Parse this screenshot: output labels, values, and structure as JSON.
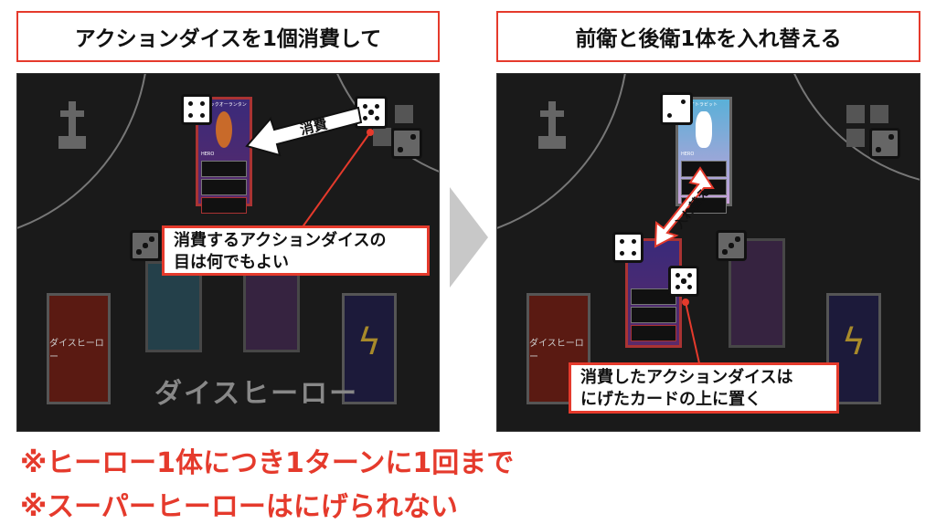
{
  "left": {
    "title": "アクションダイスを1個消費して",
    "arrow_label": "消費",
    "callout_line1": "消費するアクションダイスの",
    "callout_line2": "目は何でもよい",
    "deck_label": "ダイスヒーロー",
    "logo": "ダイスヒーロー",
    "card_name": "ジャックオーランタン",
    "card_type": "HERO"
  },
  "right": {
    "title": "前衛と後衛1体を入れ替える",
    "arrow_label": "入れ替え",
    "callout_line1": "消費したアクションダイスは",
    "callout_line2": "にげたカードの上に置く",
    "deck_label": "ダイスヒーロー",
    "card_name": "ホワイトラビット",
    "card_type": "HERO"
  },
  "notes": [
    "※ヒーロー1体につき1ターンに1回まで",
    "※スーパーヒーローはにげられない"
  ],
  "colors": {
    "accent": "#e53a2c",
    "board": "#1a1a1a"
  }
}
